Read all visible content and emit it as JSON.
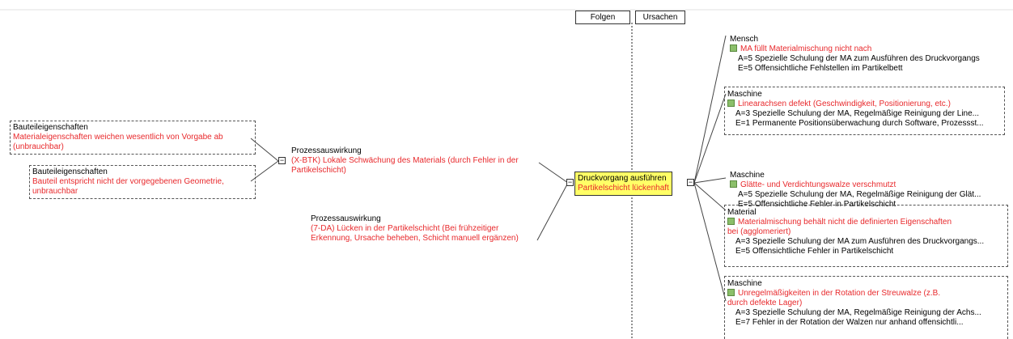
{
  "headers": {
    "folgen": "Folgen",
    "ursachen": "Ursachen"
  },
  "center": {
    "title": "Druckvorgang ausführen",
    "subtitle": "Partikelschicht lückenhaft"
  },
  "effects": [
    {
      "category": "Prozessauswirkung",
      "lines": [
        "(X-BTK) Lokale Schwächung des Materials (durch Fehler in der",
        "Partikelschicht)"
      ]
    },
    {
      "category": "Prozessauswirkung",
      "lines": [
        "(7-DA) Lücken in der Partikelschicht (Bei frühzeitiger",
        "Erkennung, Ursache beheben, Schicht manuell ergänzen)"
      ]
    }
  ],
  "sub_effects": [
    {
      "category": "Bauteileigenschaften",
      "lines": [
        "Materialeigenschaften weichen wesentlich von Vorgabe ab",
        "(unbrauchbar)"
      ]
    },
    {
      "category": "Bauteileigenschaften",
      "lines": [
        "Bauteil entspricht nicht der vorgegebenen Geometrie,",
        "unbrauchbar"
      ]
    }
  ],
  "causes": [
    {
      "category": "Mensch",
      "cause_lines": [
        "MA füllt Materialmischung nicht nach"
      ],
      "a": "A=5  Spezielle Schulung der MA zum Ausführen des Druckvorgangs",
      "e": "E=5  Offensichtliche Fehlstellen im Partikelbett"
    },
    {
      "category": "Maschine",
      "cause_lines": [
        "Linearachsen defekt (Geschwindigkeit, Positionierung, etc.)"
      ],
      "a": "A=3  Spezielle Schulung der MA, Regelmäßige Reinigung der Line...",
      "e": "E=1  Permanente Positionsüberwachung durch Software, Prozessst..."
    },
    {
      "category": "Maschine",
      "cause_lines": [
        "Glätte- und Verdichtungswalze verschmutzt"
      ],
      "a": "A=5  Spezielle Schulung der MA, Regelmäßige Reinigung der Glät...",
      "e": "E=5  Offensichtliche Fehler in Partikelschicht"
    },
    {
      "category": "Material",
      "cause_lines": [
        "Materialmischung behält nicht die definierten Eigenschaften",
        "bei (agglomeriert)"
      ],
      "a": "A=3  Spezielle Schulung der MA zum Ausführen des Druckvorgangs...",
      "e": "E=5  Offensichtliche Fehler in Partikelschicht"
    },
    {
      "category": "Maschine",
      "cause_lines": [
        "Unregelmäßigkeiten in der Rotation der Streuwalze (z.B.",
        "durch defekte Lager)"
      ],
      "a": "A=3  Spezielle Schulung der MA, Regelmäßige Reinigung der Achs...",
      "e": "E=7  Fehler in der Rotation der Walzen nur anhand offensichtli..."
    }
  ],
  "colors": {
    "red_text": "#e8292c",
    "center_fill": "#ffff66",
    "icon_green": "#8bbf6a"
  }
}
